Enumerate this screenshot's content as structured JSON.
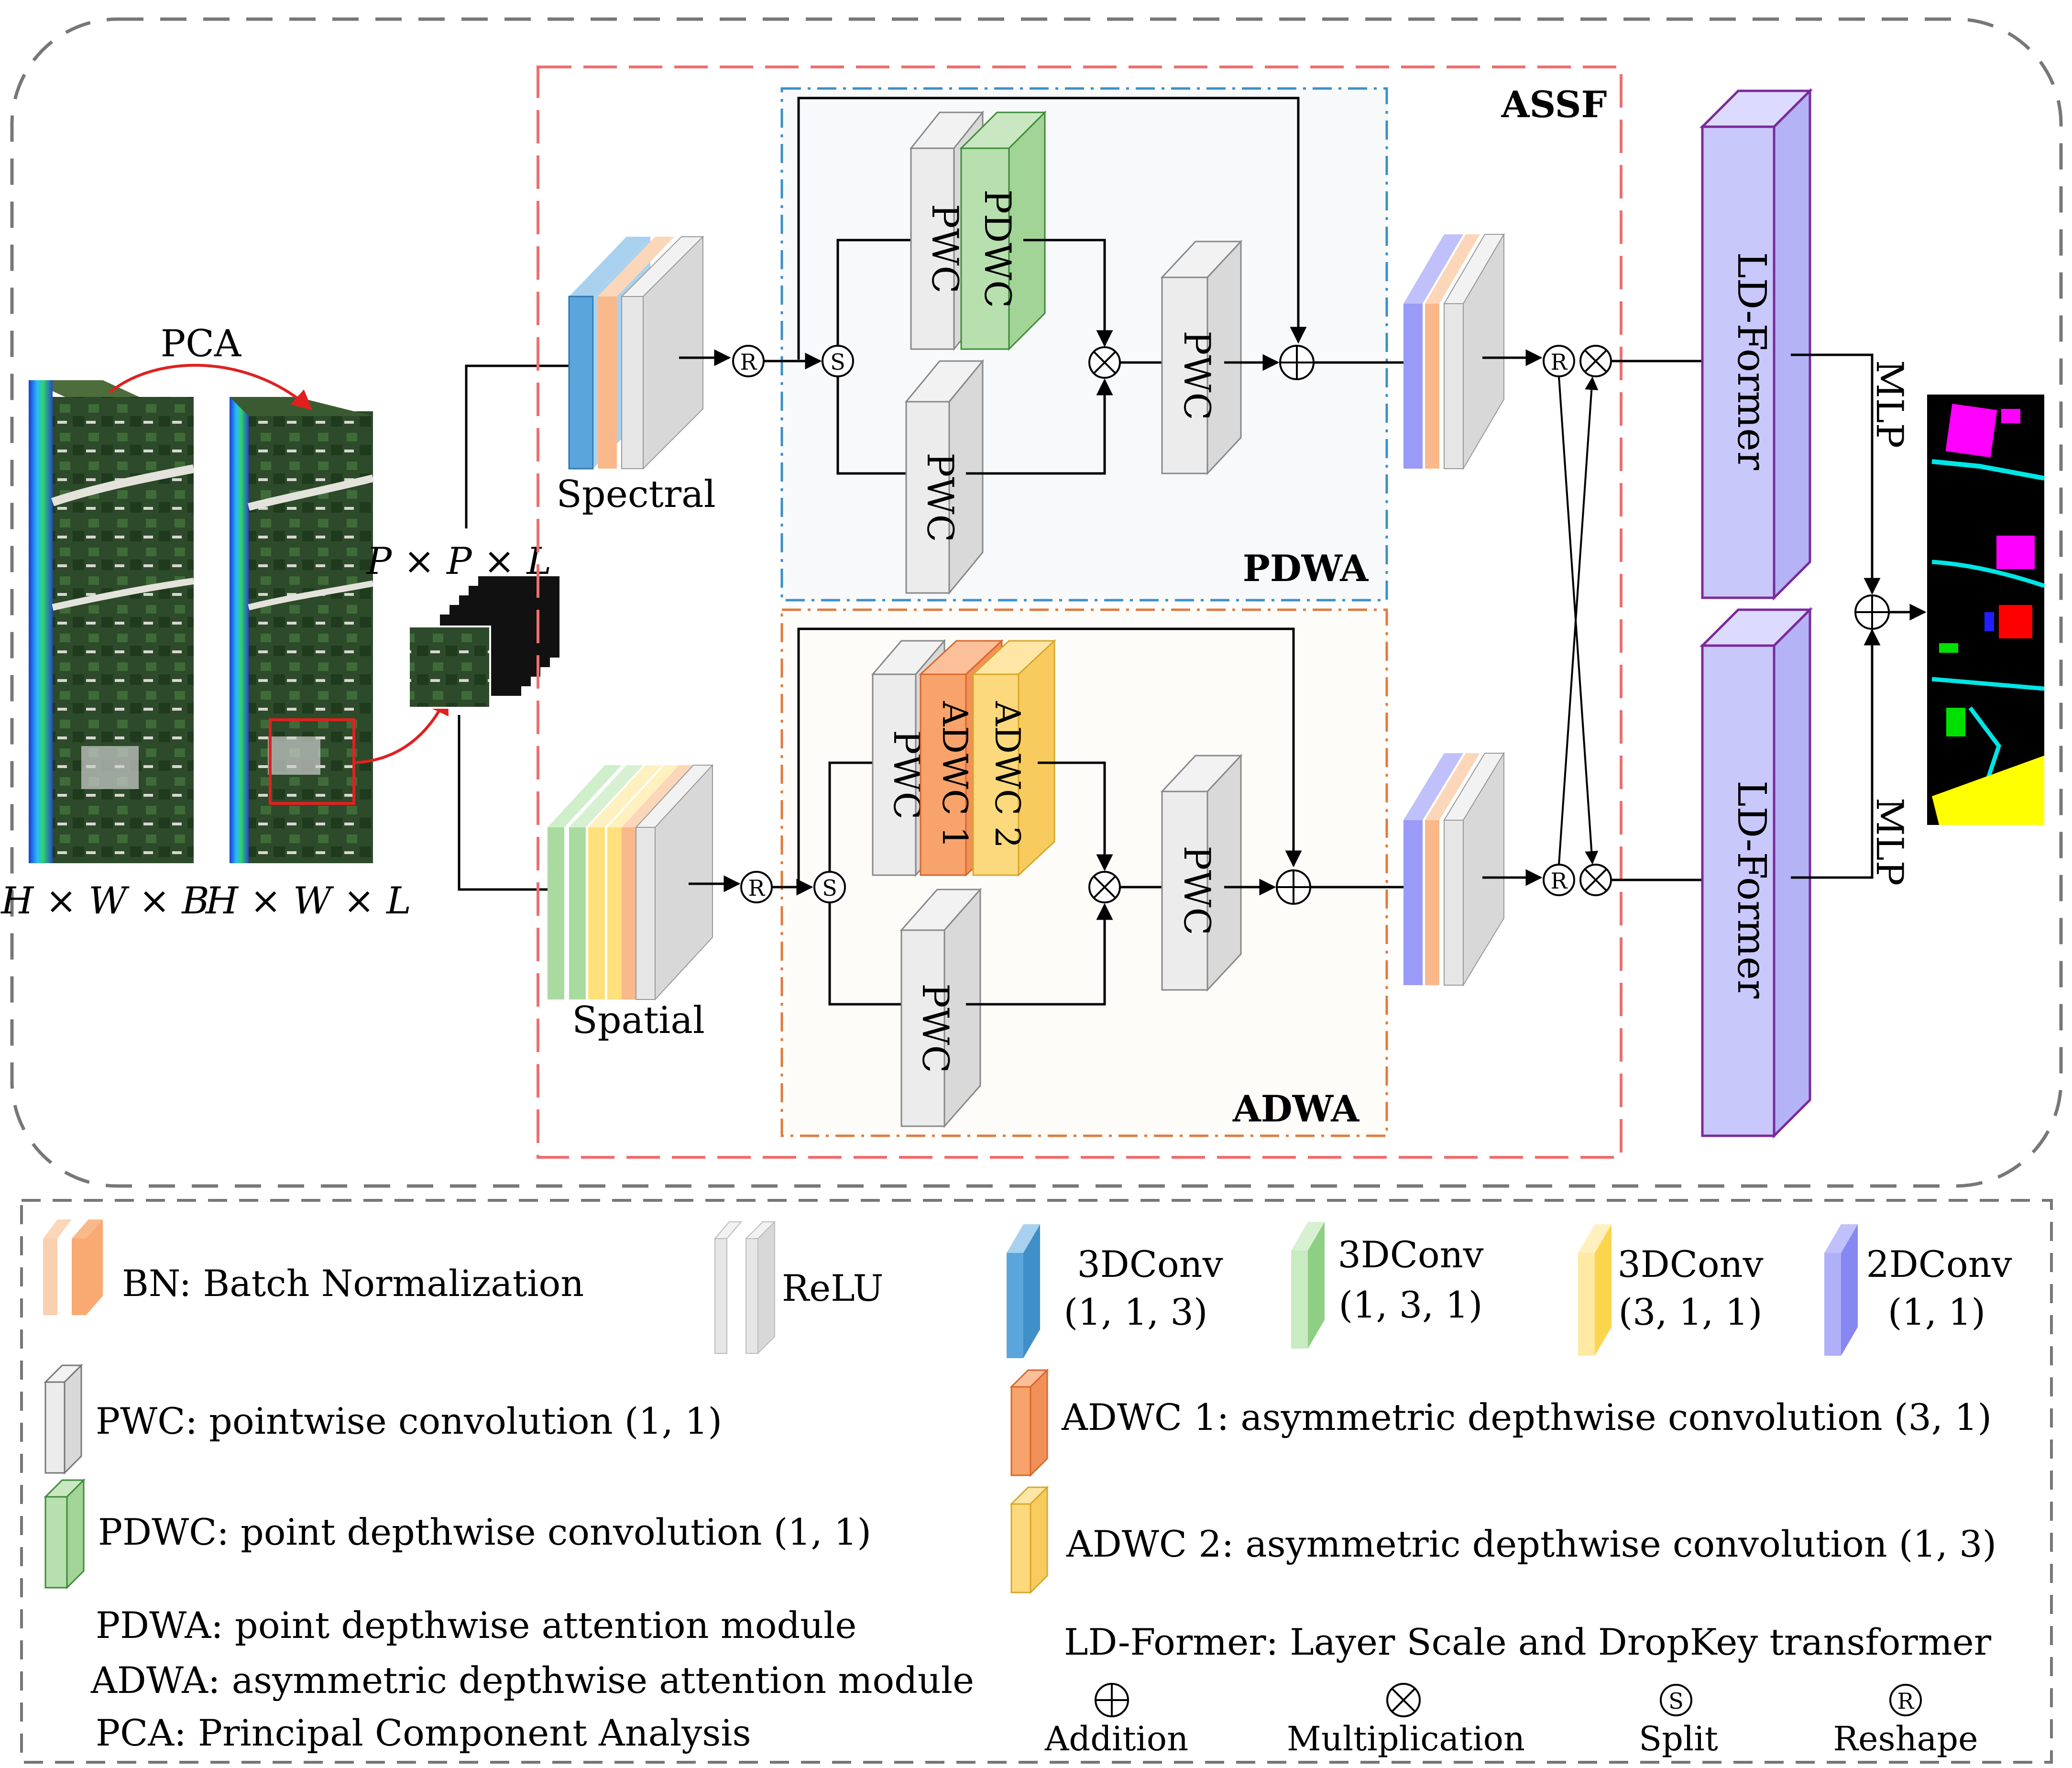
{
  "diagram": {
    "pca_label": "PCA",
    "hwb_label": "H × W × B",
    "hwl_label": "H × W × L",
    "ppl_label": "P × P × L",
    "spectral_label": "Spectral",
    "spatial_label": "Spatial",
    "assf_label": "ASSF",
    "pdwa_label": "PDWA",
    "adwa_label": "ADWA",
    "pwc": "PWC",
    "pdwc": "PDWC",
    "adwc1": "ADWC 1",
    "adwc2": "ADWC 2",
    "ldformer": "LD-Former",
    "mlp": "MLP",
    "split_glyph": "S",
    "reshape_glyph": "R"
  },
  "legend": {
    "bn": "BN: Batch Normalization",
    "relu": "ReLU",
    "conv3d_113_a": "3DConv",
    "conv3d_113_b": "(1, 1, 3)",
    "conv3d_131_a": "3DConv",
    "conv3d_131_b": "(1, 3, 1)",
    "conv3d_311_a": "3DConv",
    "conv3d_311_b": "(3, 1, 1)",
    "conv2d_a": "2DConv",
    "conv2d_b": "(1, 1)",
    "pwc": "PWC: pointwise convolution (1, 1)",
    "pdwc": "PDWC: point depthwise convolution (1, 1)",
    "adwc1": "ADWC 1: asymmetric depthwise convolution (3, 1)",
    "adwc2": "ADWC 2: asymmetric depthwise convolution (1, 3)",
    "pdwa": "PDWA: point depthwise attention module",
    "adwa": "ADWA: asymmetric depthwise attention module",
    "pca": "PCA: Principal Component Analysis",
    "ldformer": "LD-Former: Layer Scale and DropKey transformer",
    "addition": "Addition",
    "multiplication": "Multiplication",
    "split": "Split",
    "reshape": "Reshape"
  },
  "colors": {
    "spectral_blue": "#5aa6dc",
    "bn_orange": "#f9b98a",
    "relu_gray": "#e6e6e6",
    "spatial_green": "#a9dba0",
    "spatial_yellow": "#ffe07a",
    "pdwc_green": "#b7e0ae",
    "adwc1_orange": "#f7a36b",
    "adwc2_yellow": "#fcd97c",
    "conv2d_purple": "#9a9af7",
    "ldformer_purple": "#c9c8fb",
    "assf_red": "#ee6f6f",
    "pdwa_blue": "#3b8fc6",
    "adwa_orange": "#e07a3a"
  }
}
